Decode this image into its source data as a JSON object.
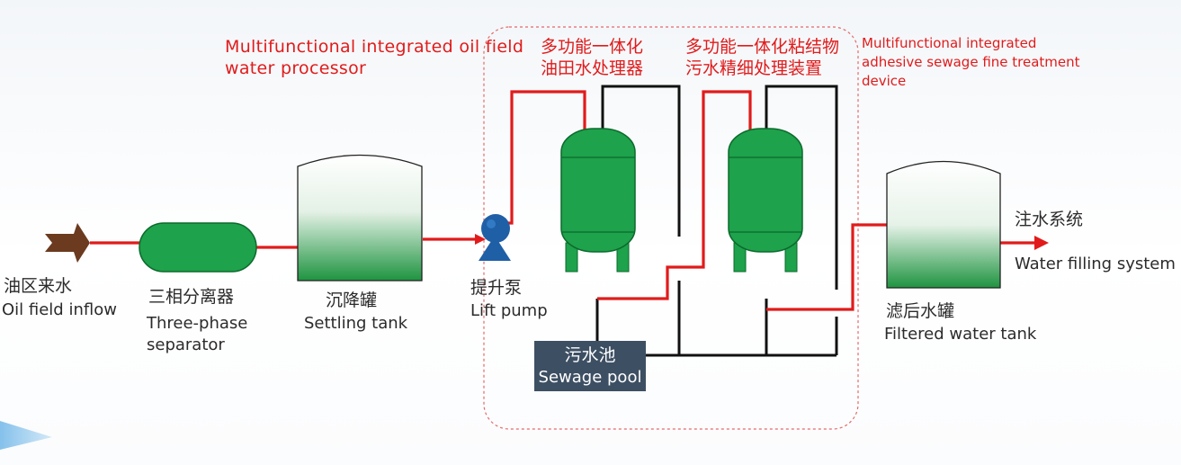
{
  "colors": {
    "pipe_red": "#e11b1b",
    "pipe_black": "#111111",
    "tank_green": "#1ea24b",
    "inflow_arrow": "#6b3a1f",
    "pump_blue": "#1f5fa6",
    "pool_bg": "#3d4f63",
    "annotation_red": "#e11b1b"
  },
  "annotations": {
    "processor_en_1": "Multifunctional integrated oil field",
    "processor_en_2": "water processor",
    "processor_cn_1": "多功能一体化",
    "processor_cn_2": "油田水处理器",
    "fine_cn_1": "多功能一体化粘结物",
    "fine_cn_2": "污水精细处理装置",
    "fine_en_1": "Multifunctional integrated",
    "fine_en_2": "adhesive sewage fine treatment",
    "fine_en_3": "device"
  },
  "nodes": {
    "inflow": {
      "cn": "油区来水",
      "en": "Oil field inflow"
    },
    "separator": {
      "cn": "三相分离器",
      "en_1": "Three-phase",
      "en_2": "separator"
    },
    "settling": {
      "cn": "沉降罐",
      "en": "Settling tank"
    },
    "pump": {
      "cn": "提升泵",
      "en": "Lift pump"
    },
    "pool": {
      "cn": "污水池",
      "en": "Sewage pool"
    },
    "filtered": {
      "cn": "滤后水罐",
      "en": "Filtered water tank"
    },
    "injection": {
      "cn": "注水系统",
      "en": "Water filling system"
    }
  }
}
